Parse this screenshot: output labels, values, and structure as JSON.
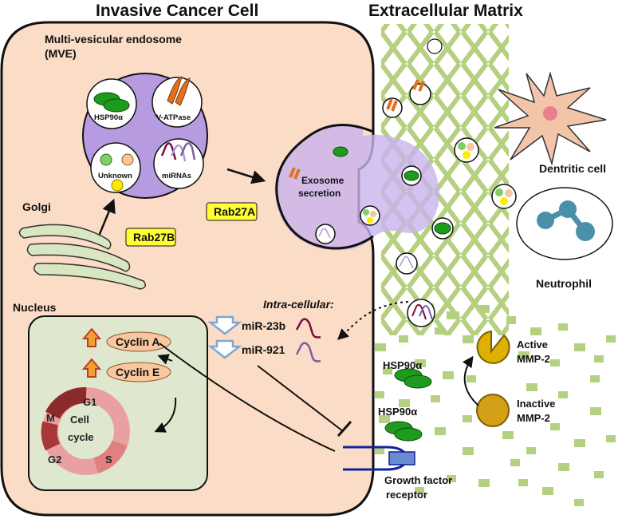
{
  "titles": {
    "cell": "Invasive Cancer Cell",
    "matrix": "Extracellular Matrix"
  },
  "mve": {
    "label_line1": "Multi-vesicular endosome",
    "label_line2": "(MVE)",
    "cargo": [
      "HSP90α",
      "V-ATPase",
      "Unknown",
      "miRNAs"
    ]
  },
  "organelles": {
    "golgi": "Golgi",
    "nucleus": "Nucleus"
  },
  "rabs": {
    "rab27b": "Rab27B",
    "rab27a": "Rab27A"
  },
  "exosome": {
    "line1": "Exosome",
    "line2": "secretion"
  },
  "immune": {
    "dendritic": "Dentritic cell",
    "neutrophil": "Neutrophil"
  },
  "intracellular": {
    "title": "Intra-cellular:",
    "mirs": [
      "miR-23b",
      "miR-921"
    ]
  },
  "nucleus_content": {
    "cyclins": [
      "Cyclin A",
      "Cyclin E"
    ],
    "cycle_line1": "Cell",
    "cycle_line2": "cycle",
    "phases": [
      "G1",
      "S",
      "G2",
      "M"
    ]
  },
  "extracellular": {
    "hsp_upper": "HSP90α",
    "hsp_lower": "HSP90α",
    "active_line1": "Active",
    "active_line2": "MMP-2",
    "inactive_line1": "Inactive",
    "inactive_line2": "MMP-2",
    "receptor_line1": "Growth factor",
    "receptor_line2": "receptor"
  },
  "colors": {
    "cell_fill": "#fbdcc6",
    "mve_fill": "#b79be0",
    "exosome_fill": "#c9b3ee",
    "rab_fill": "#ffff33",
    "matrix_fiber": "#b5d080",
    "nucleus_fill": "#dfe8cf",
    "cyclin_fill": "#f9c79f",
    "hsp_green": "#1e9a1e",
    "vatpase_orange": "#e07020",
    "mmp_gold": "#e0b000",
    "arrow_blue": "#7fa8d0",
    "up_arrow_red": "#c0392b",
    "mir_dark": "#7a1040",
    "mir_purple": "#7a5da8",
    "receptor_blue": "#10229a",
    "dendritic_fill": "#f2c4a8",
    "neutrophil_fill": "#4a90a8"
  }
}
